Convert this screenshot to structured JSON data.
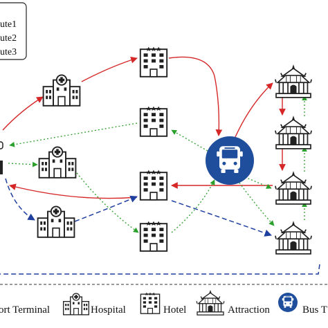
{
  "legend_routes": {
    "items": [
      "ute1",
      "ute2",
      "ute3"
    ],
    "route_colors": [
      "#d62728",
      "#2ca02c",
      "#1f3fa0"
    ]
  },
  "bottom_legend": {
    "airport_label": "ort Terminal",
    "hospital_label": "Hospital",
    "hotel_label": "Hotel",
    "attraction_label": "Attraction",
    "bus_label": "Bus T"
  },
  "colors": {
    "route1": "#d62728",
    "route2": "#2ca02c",
    "route3": "#1f3fa0",
    "bus_circle": "#1f4e9c"
  },
  "nodes": {
    "hospitals": [
      "hospital-icon",
      "hospital-icon",
      "hospital-icon"
    ],
    "hotels": [
      "hotel-icon",
      "hotel-icon",
      "hotel-icon",
      "hotel-icon"
    ],
    "attractions": [
      "temple-icon",
      "temple-icon",
      "temple-icon",
      "temple-icon"
    ],
    "bus_terminal": "bus-icon"
  }
}
